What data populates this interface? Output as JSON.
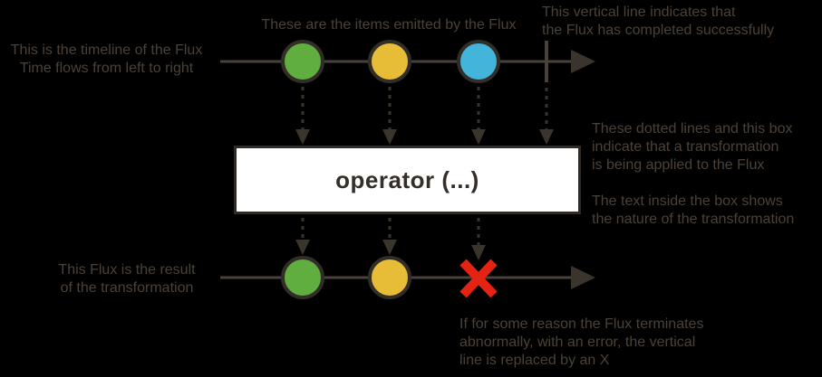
{
  "colors": {
    "background": "#000000",
    "text": "#4b4138",
    "line": "#48423b",
    "arrowhead": "#3a342d",
    "circle_border": "#322d27",
    "item_green": "#60ad40",
    "item_yellow": "#e7bd38",
    "item_blue": "#43b4da",
    "error_red": "#e42313",
    "box_bg": "#ffffff",
    "box_border": "#2f2a25",
    "operator_text": "#352f29"
  },
  "operator": {
    "label": "operator (...)"
  },
  "annotations": {
    "timeline": [
      "This is the timeline of the Flux",
      "Time flows from left to right"
    ],
    "items": [
      "These are the items emitted by the Flux"
    ],
    "completion": [
      "This vertical line indicates that",
      "the Flux has completed successfully"
    ],
    "transformation": [
      "These dotted lines and this box",
      "indicate that a transformation",
      "is being applied to the Flux"
    ],
    "box_text": [
      "The text inside the box shows",
      "the nature of the transformation"
    ],
    "result": [
      "This Flux is the result",
      "of the transformation"
    ],
    "error": [
      "If for some reason the Flux terminates",
      "abnormally, with an error, the vertical",
      "line is replaced by an X"
    ]
  },
  "marbles": {
    "source_sequence": [
      "green",
      "yellow",
      "blue",
      "complete"
    ],
    "result_sequence": [
      "green",
      "yellow",
      "error"
    ]
  }
}
